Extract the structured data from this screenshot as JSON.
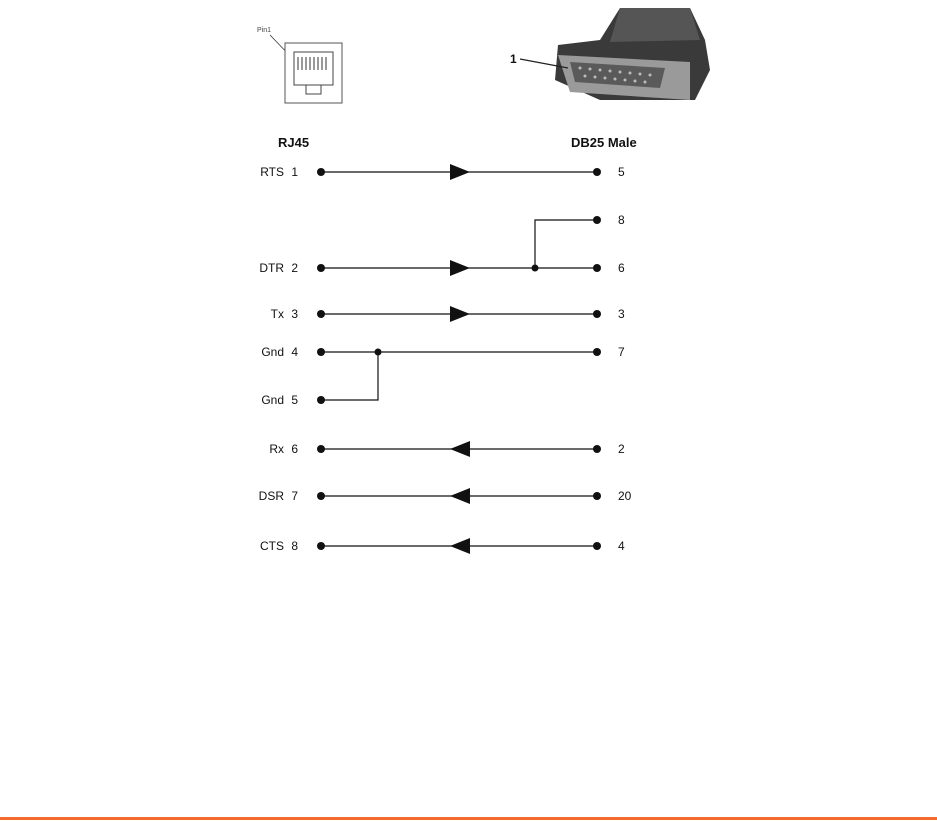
{
  "headers": {
    "left": "RJ45",
    "right": "DB25 Male"
  },
  "rj45_image": {
    "pin_label": "Pin1"
  },
  "db25_image": {
    "pin_label": "1"
  },
  "connections": [
    {
      "signal": "RTS",
      "rj45_pin": "1",
      "db25_pins": [
        "5"
      ],
      "direction": "out"
    },
    {
      "signal": "DTR",
      "rj45_pin": "2",
      "db25_pins": [
        "6",
        "8"
      ],
      "direction": "out"
    },
    {
      "signal": "Tx",
      "rj45_pin": "3",
      "db25_pins": [
        "3"
      ],
      "direction": "out"
    },
    {
      "signal": "Gnd",
      "rj45_pin": "4",
      "db25_pins": [
        "7"
      ],
      "direction": "none"
    },
    {
      "signal": "Gnd",
      "rj45_pin": "5",
      "db25_pins": [],
      "joins_rj45_pin": "4",
      "direction": "none"
    },
    {
      "signal": "Rx",
      "rj45_pin": "6",
      "db25_pins": [
        "2"
      ],
      "direction": "in"
    },
    {
      "signal": "DSR",
      "rj45_pin": "7",
      "db25_pins": [
        "20"
      ],
      "direction": "in"
    },
    {
      "signal": "CTS",
      "rj45_pin": "8",
      "db25_pins": [
        "4"
      ],
      "direction": "in"
    }
  ],
  "colors": {
    "rule": "#f26a2e",
    "line": "#111111"
  }
}
